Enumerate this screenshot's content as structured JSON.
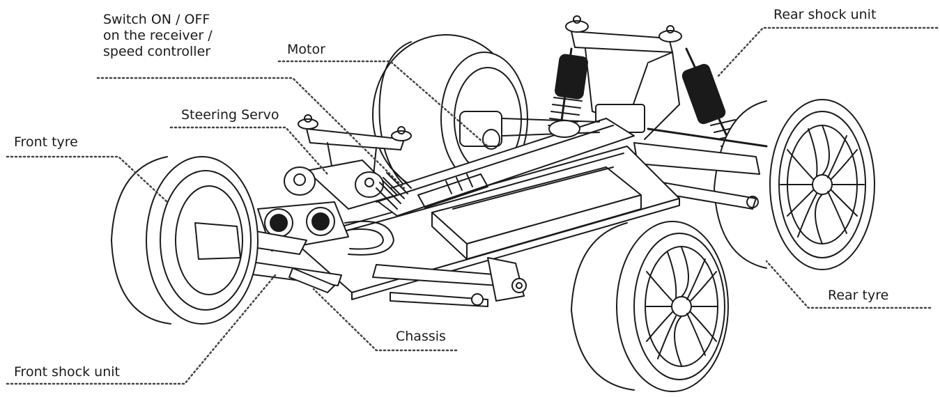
{
  "labels": {
    "switch": {
      "line1": "Switch ON / OFF",
      "line2": "on the receiver /",
      "line3": "speed controller"
    },
    "motor": "Motor",
    "rear_shock": "Rear shock unit",
    "steering_servo": "Steering Servo",
    "front_tyre": "Front tyre",
    "rear_tyre": "Rear tyre",
    "chassis": "Chassis",
    "front_shock": "Front shock unit"
  },
  "colors": {
    "line": "#1a1a1a",
    "leader": "#444444",
    "background": "#ffffff"
  }
}
